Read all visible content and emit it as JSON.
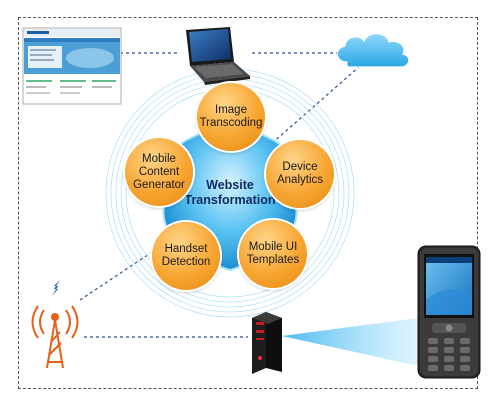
{
  "hub": {
    "label_line1": "Website",
    "label_line2": "Transformation"
  },
  "nodes": {
    "image_transcoding": [
      "Image",
      "Transcoding"
    ],
    "device_analytics": [
      "Device",
      "Analytics"
    ],
    "mobile_ui_templates": [
      "Mobile UI",
      "Templates"
    ],
    "handset_detection": [
      "Handset",
      "Detection"
    ],
    "mobile_content_generator": [
      "Mobile",
      "Content",
      "Generator"
    ]
  },
  "devices": [
    "website-screenshot",
    "laptop",
    "cloud",
    "cell-tower",
    "server",
    "mobile-phone"
  ],
  "colors": {
    "node_orange": "#f7a531",
    "hub_blue": "#45b4ec",
    "hub_text": "#0d2b5e",
    "connector": "#2d4f8c",
    "beam": "#5bc6f5"
  }
}
